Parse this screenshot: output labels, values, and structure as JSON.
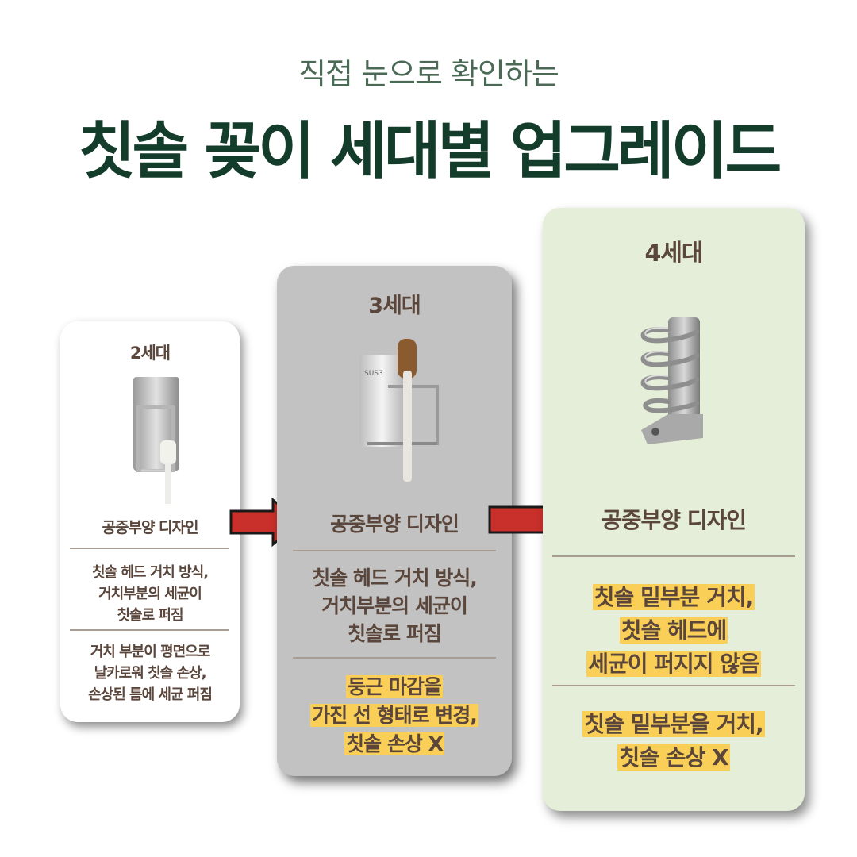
{
  "header": {
    "subtitle": "직접 눈으로 확인하는",
    "title": "칫솔 꽂이 세대별 업그레이드"
  },
  "cards": [
    {
      "generation": "2세대",
      "design": "공중부양 디자인",
      "desc1": [
        "칫솔 헤드 거치 방식,",
        "거치부분의 세균이",
        "칫솔로 퍼짐"
      ],
      "desc2": [
        "거치 부분이 평면으로",
        "날카로워 칫솔 손상,",
        "손상된 틈에 세균 퍼짐"
      ]
    },
    {
      "generation": "3세대",
      "design": "공중부양 디자인",
      "desc1": [
        "칫솔 헤드 거치 방식,",
        "거치부분의 세균이",
        "칫솔로 퍼짐"
      ],
      "desc2": [
        "둥근 마감을",
        "가진 선 형태로 변경,",
        "칫솔 손상 X"
      ],
      "product_label": "SUS3"
    },
    {
      "generation": "4세대",
      "design": "공중부양 디자인",
      "desc1": [
        "칫솔 밑부분 거치,",
        "칫솔 헤드에",
        "세균이 퍼지지 않음"
      ],
      "desc2": [
        "칫솔 밑부분을 거치,",
        "칫솔 손상 X"
      ]
    }
  ],
  "colors": {
    "title": "#133c2a",
    "subtitle": "#4a6a55",
    "text": "#5b463c",
    "highlight": "#f9cf57",
    "arrow": "#c9302c",
    "card3_bg": "#c2c2c2",
    "card4_bg": "#e4eed8"
  }
}
